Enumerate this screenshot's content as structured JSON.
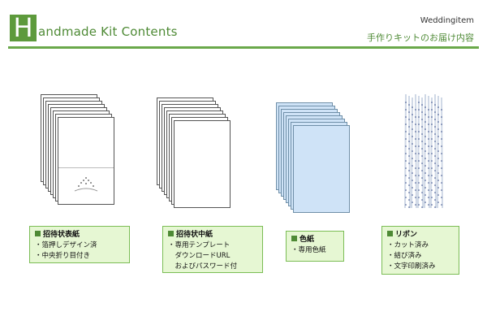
{
  "header": {
    "logo_letter": "H",
    "title": "andmade Kit Contents",
    "brand": "Weddingitem",
    "subtitle": "手作りキットのお届け内容"
  },
  "items": [
    {
      "title": "招待状表紙",
      "lines": [
        "・箔押しデザイン済",
        "・中央折り目付き"
      ]
    },
    {
      "title": "招待状中紙",
      "lines": [
        "・専用テンプレート",
        "　ダウンロードURL",
        "　およびパスワード付"
      ]
    },
    {
      "title": "色紙",
      "lines": [
        "・専用色紙"
      ]
    },
    {
      "title": "リボン",
      "lines": [
        "・カット済み",
        "・結び済み",
        "・文字印刷済み"
      ]
    }
  ],
  "colors": {
    "accent": "#5d9a3c",
    "label_bg": "#e6f7d3",
    "label_border": "#7bbd55",
    "paper_blue": "#cfe3f7"
  }
}
